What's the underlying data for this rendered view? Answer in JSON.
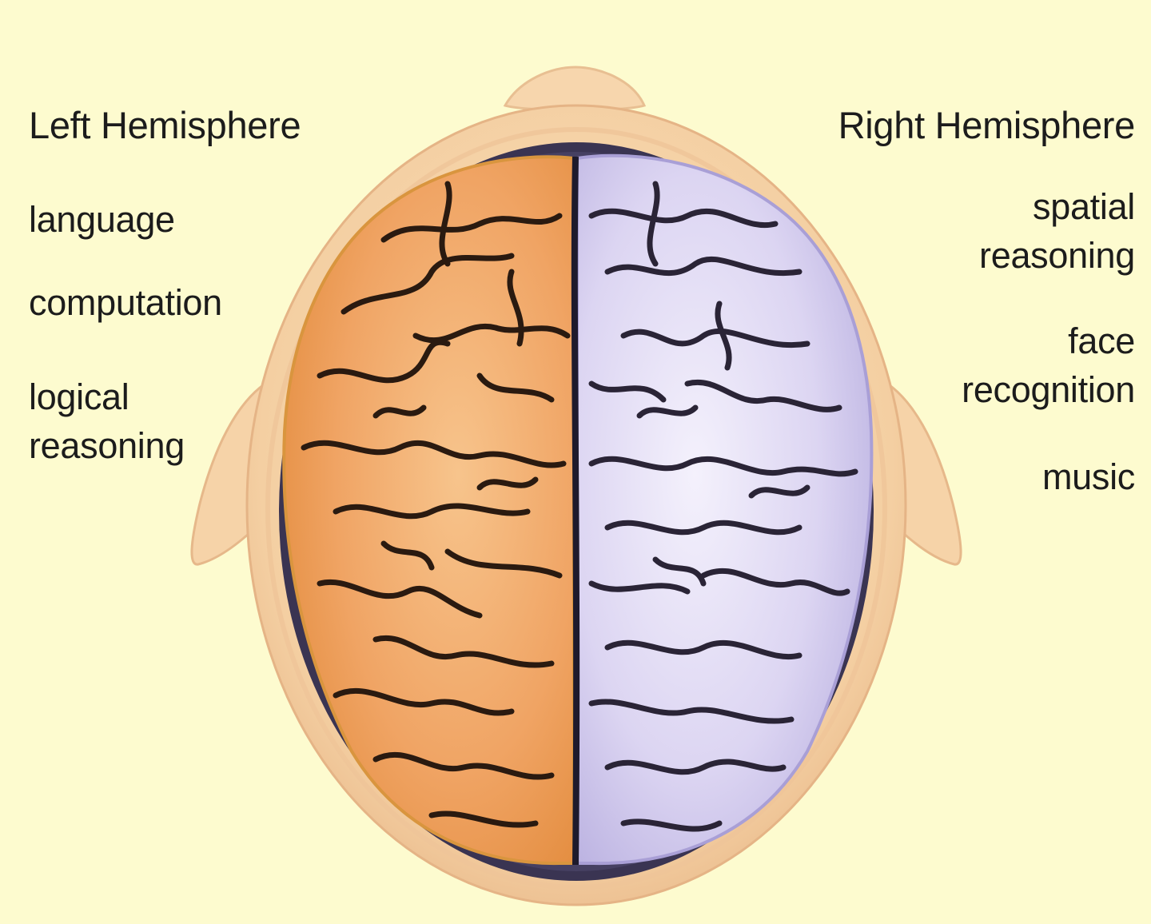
{
  "left_hemisphere": {
    "title": "Left Hemisphere",
    "functions": [
      "language",
      "computation",
      "logical\nreasoning"
    ]
  },
  "right_hemisphere": {
    "title": "Right Hemisphere",
    "functions": [
      "spatial\nreasoning",
      "face\nrecognition",
      "music"
    ]
  },
  "colors": {
    "background": "#fdfbcf",
    "skin": "#f6d3a8",
    "left_brain": "#f0a868",
    "right_brain": "#dcd6f2",
    "fissure": "#26223a"
  }
}
